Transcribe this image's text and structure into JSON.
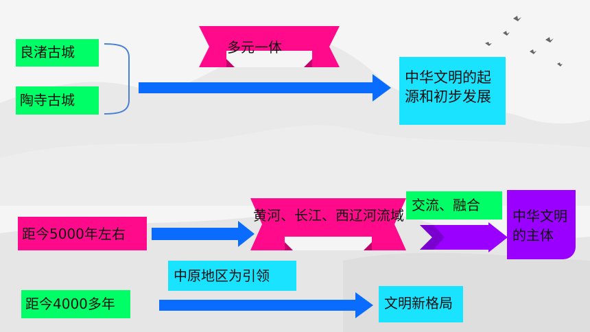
{
  "nodes": {
    "liangzhu": "良渚古城",
    "taosi": "陶寺古城",
    "duoyuan": "多元一体",
    "origin": "中华文明的起源和初步发展",
    "ago5000": "距今5000年左右",
    "rivers": "黄河、长江、西辽河流域",
    "exchange": "交流、融合",
    "main_body": "中华文明的主体",
    "central_plains": "中原地区为引领",
    "ago4000": "距今4000多年",
    "new_pattern": "文明新格局"
  },
  "colors": {
    "green": "#00ff66",
    "cyan": "#19e3ff",
    "pink": "#ff0a8a",
    "purple": "#9a00ff",
    "blue_arrow": "#0a6cff"
  }
}
